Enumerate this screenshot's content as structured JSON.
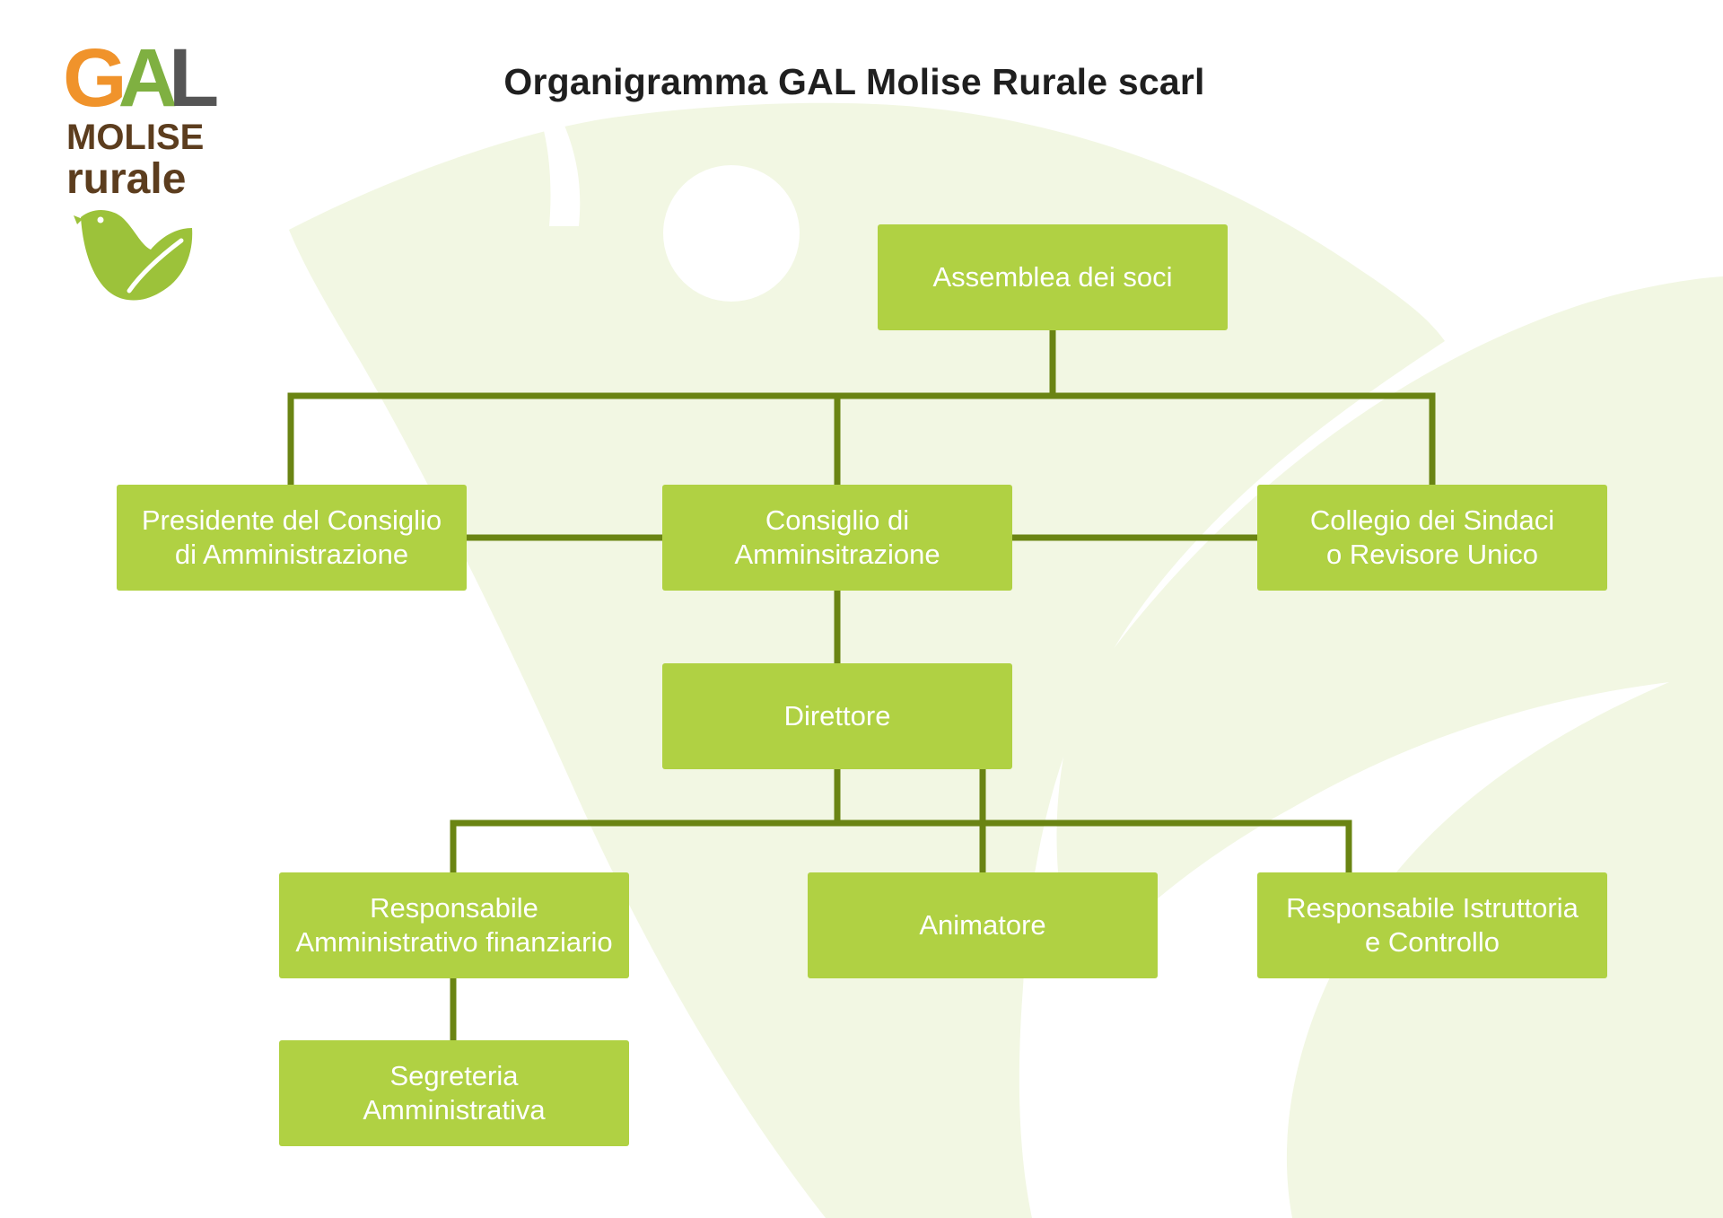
{
  "title": "Organigramma GAL Molise Rurale scarl",
  "logo": {
    "letters": [
      "G",
      "A",
      "L"
    ],
    "line1": "MOLISE",
    "line2": "rurale",
    "colors": {
      "g": "#f0932b",
      "a": "#7fb041",
      "l": "#555555",
      "text": "#5c3d1e",
      "leaf": "#9cc23a"
    }
  },
  "colors": {
    "node_fill": "#b0d143",
    "node_text": "#ffffff",
    "connector": "#6a8413",
    "background_leaf": "#f2f7e3"
  },
  "nodes": {
    "assemblea": "Assemblea dei soci",
    "presidente": "Presidente del Consiglio\ndi Amministrazione",
    "consiglio": "Consiglio di\nAmminsitrazione",
    "collegio": "Collegio dei Sindaci\no Revisore Unico",
    "direttore": "Direttore",
    "resp_amm": "Responsabile\nAmministrativo finanziario",
    "animatore": "Animatore",
    "resp_istr": "Responsabile Istruttoria\ne Controllo",
    "segreteria": "Segreteria\nAmministrativa"
  }
}
